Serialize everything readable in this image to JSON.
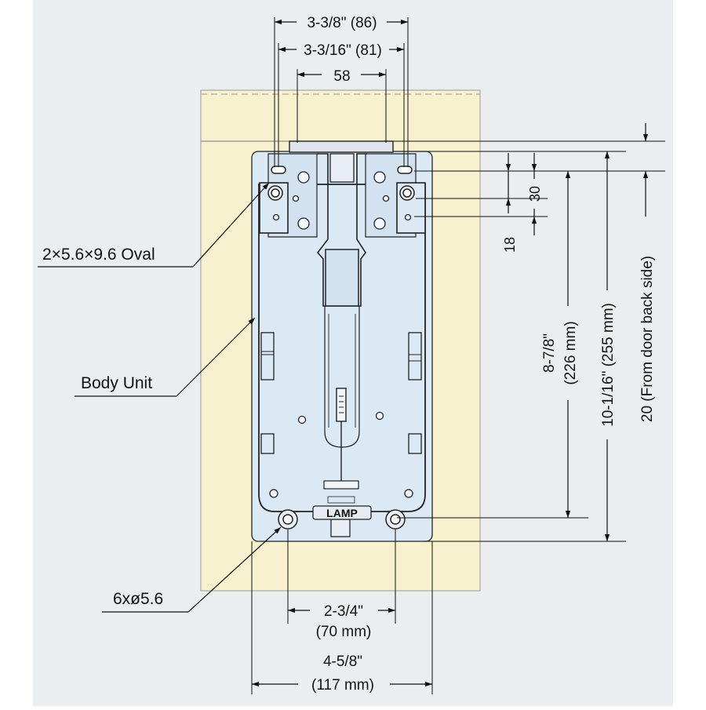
{
  "colors": {
    "page_bg": "#ecedef",
    "door": "#f7f1cf",
    "body": "#dbe9f5",
    "line": "#111111"
  },
  "callouts": {
    "oval": "2×5.6×9.6 Oval",
    "body_unit": "Body Unit",
    "holes": "6xø5.6"
  },
  "dimensions": {
    "top_overall": "3-3/8\" (86)",
    "top_oval_pitch": "3-3/16\" (81)",
    "top_inner": "58",
    "right_30": "30",
    "right_18": "18",
    "right_226": "8-7/8\"",
    "right_226_mm": "(226 mm)",
    "right_255": "10-1/16\" (255 mm)",
    "right_20": "20 (From door back side)",
    "bottom_70": "2-3/4\"",
    "bottom_70_mm": "(70 mm)",
    "bottom_117": "4-5/8\"",
    "bottom_117_mm": "(117 mm)"
  },
  "brand_mark": "LAMP"
}
